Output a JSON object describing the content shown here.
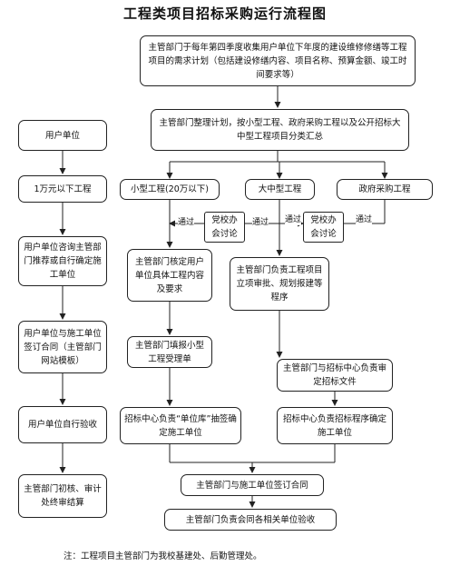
{
  "title": "工程类项目招标采购运行流程图",
  "nodes": {
    "top": "主管部门于每年第四季度收集用户单位下年度的建设维修修缮等工程项目的需求计划（包括建设修缮内容、项目名称、预算金额、竣工时间要求等）",
    "sort": "主管部门整理计划，按小型工程、政府采购工程以及公开招标大中型工程项目分类汇总",
    "user": "用户单位",
    "under10k": "1万元以下工程",
    "small": "小型工程(20万以下)",
    "large": "大中型工程",
    "gov": "政府采购工程",
    "consult": "用户单位咨询主管部门推荐或自行确定施工单位",
    "verify": "主管部门核定用户单位具体工程内容及要求",
    "approval": "主管部门负责工程项目立项审批、规划报建等程序",
    "contract_user": "用户单位与施工单位签订合同（主管部门网站模板）",
    "fill": "主管部门填报小型工程受理单",
    "review": "主管部门与招标中心负责审定招标文件",
    "accept_self": "用户单位自行验收",
    "lottery": "招标中心负责“单位库”抽签确定施工单位",
    "procedure": "招标中心负责招标程序确定施工单位",
    "audit": "主管部门初核、审计处终审结算",
    "contract_dept": "主管部门与施工单位签订合同",
    "final_accept": "主管部门负责会同各相关单位验收",
    "committee1": "党校办会讨论",
    "committee2": "党校办会讨论"
  },
  "labels": {
    "pass": "通过"
  },
  "note": "注：工程项目主管部门为我校基建处、后勤管理处。"
}
